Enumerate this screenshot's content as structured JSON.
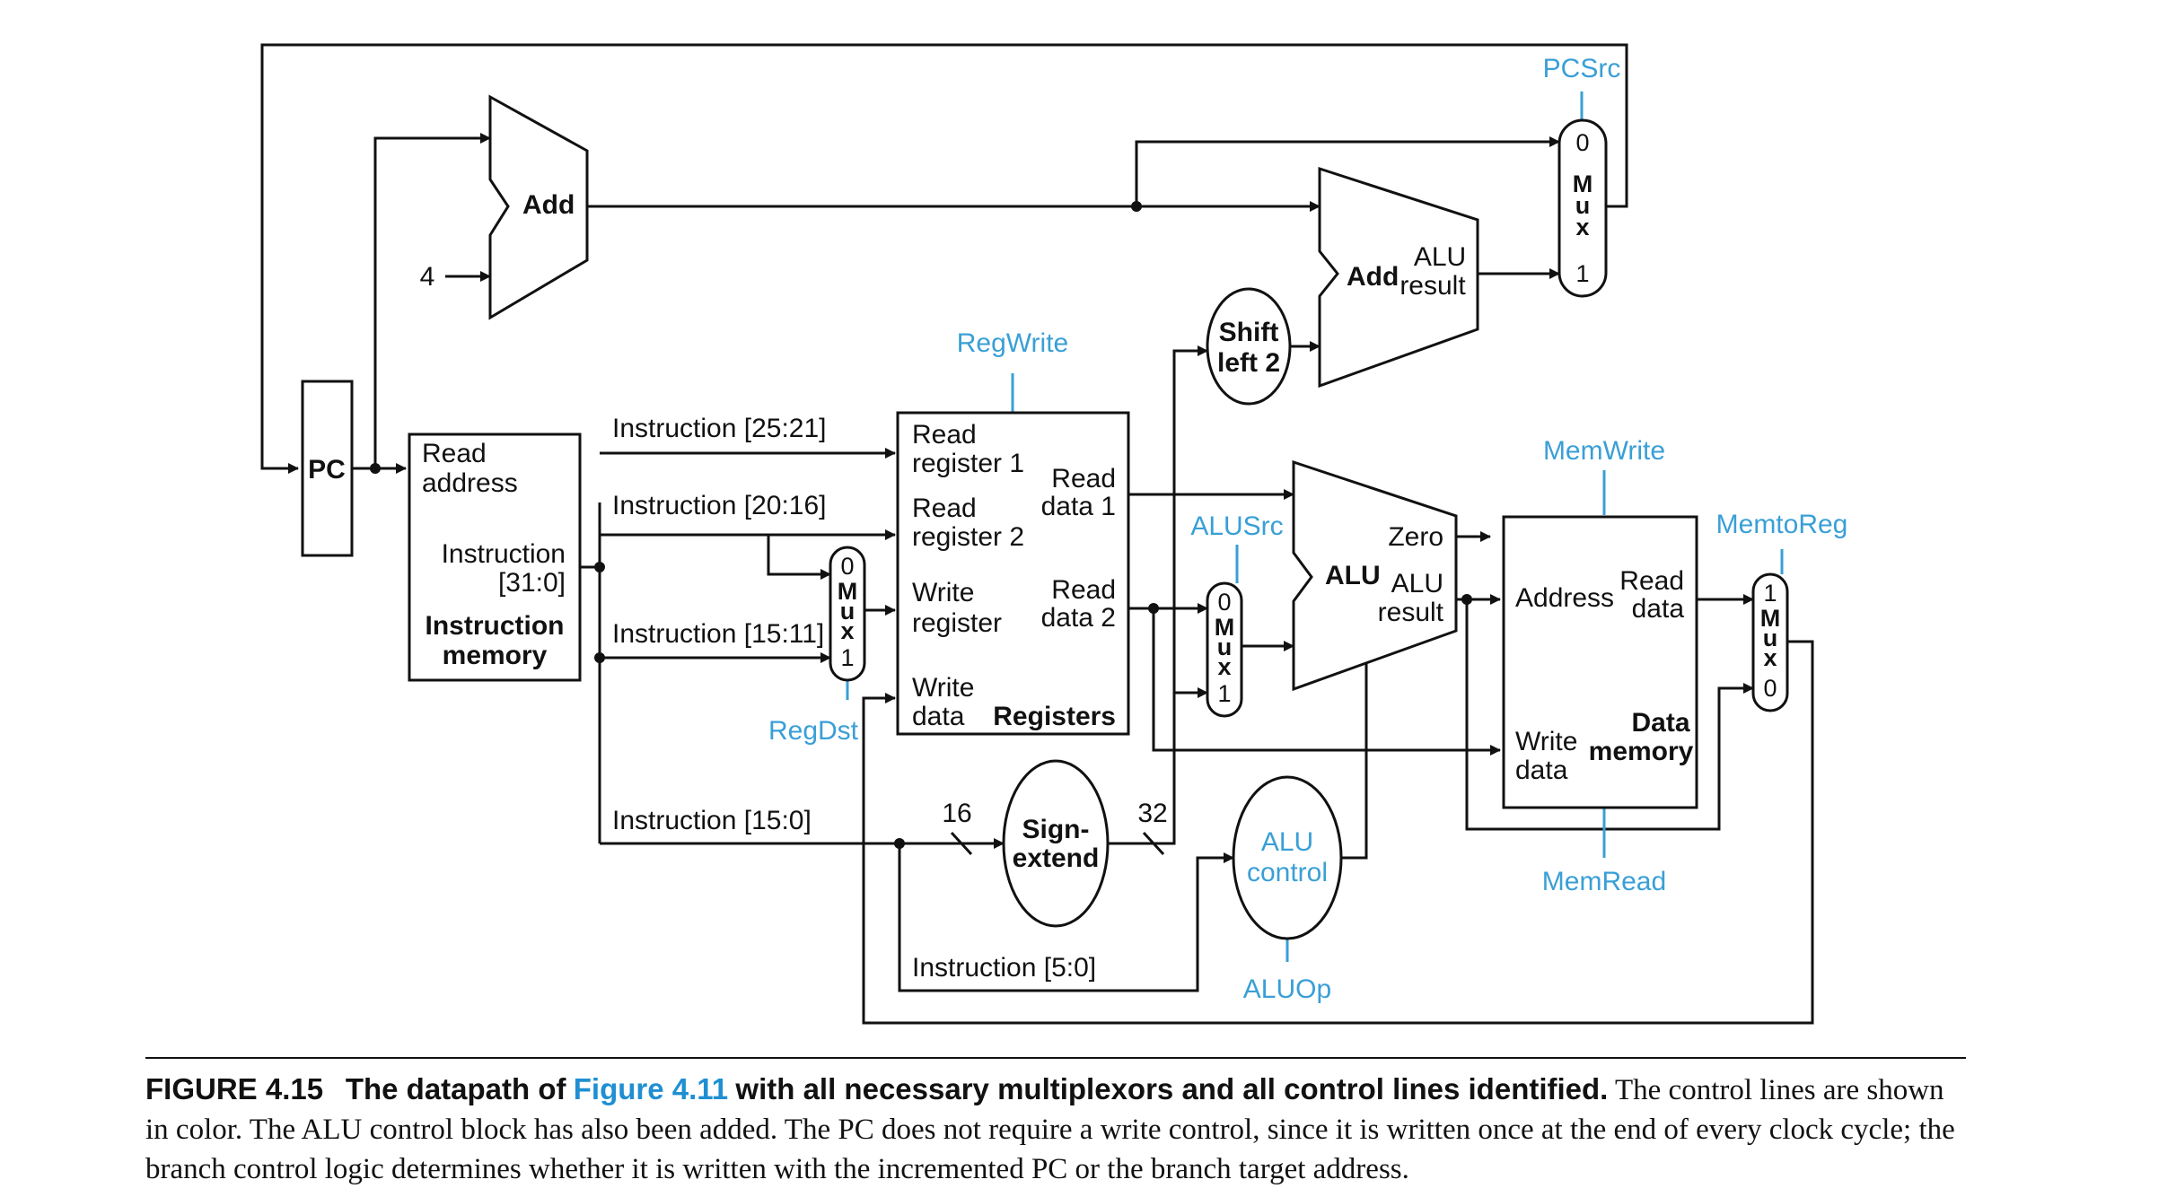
{
  "diagram": {
    "pc": "PC",
    "add_top": "Add",
    "const_four": "4",
    "add_branch": "Add",
    "alu_result_label_1": "ALU",
    "alu_result_label_2": "result",
    "shift_1": "Shift",
    "shift_2": "left 2",
    "imem": {
      "read": "Read",
      "address": "address",
      "instruction": "Instruction",
      "bits": "[31:0]",
      "title_1": "Instruction",
      "title_2": "memory"
    },
    "instr_25_21": "Instruction [25:21]",
    "instr_20_16": "Instruction [20:16]",
    "instr_15_11": "Instruction [15:11]",
    "instr_15_0": "Instruction [15:0]",
    "instr_5_0": "Instruction [5:0]",
    "regs": {
      "read_reg_1a": "Read",
      "read_reg_1b": "register 1",
      "read_reg_2a": "Read",
      "read_reg_2b": "register 2",
      "write_reg_a": "Write",
      "write_reg_b": "register",
      "write_data_a": "Write",
      "write_data_b": "data",
      "read_data_1a": "Read",
      "read_data_1b": "data 1",
      "read_data_2a": "Read",
      "read_data_2b": "data 2",
      "title": "Registers"
    },
    "alu": {
      "title": "ALU",
      "zero": "Zero",
      "result_a": "ALU",
      "result_b": "result"
    },
    "dmem": {
      "address": "Address",
      "read_a": "Read",
      "read_b": "data",
      "write_a": "Write",
      "write_b": "data",
      "title_1": "Data",
      "title_2": "memory"
    },
    "sign_1": "Sign-",
    "sign_2": "extend",
    "width_16": "16",
    "width_32": "32",
    "alu_ctl_1": "ALU",
    "alu_ctl_2": "control",
    "mux": {
      "m": "M",
      "u": "u",
      "x": "x",
      "zero": "0",
      "one": "1"
    },
    "controls": {
      "pcsrc": "PCSrc",
      "regwrite": "RegWrite",
      "alusrc": "ALUSrc",
      "memwrite": "MemWrite",
      "memtoreg": "MemtoReg",
      "regdst": "RegDst",
      "memread": "MemRead",
      "aluop": "ALUOp"
    },
    "colors": {
      "control": "#3a9fd6",
      "wire": "#111111",
      "figure_link": "#1f8fd2"
    }
  },
  "caption": {
    "label": "FIGURE 4.15",
    "title_a": "The datapath of",
    "title_link": "Figure 4.11",
    "title_b": "with all necessary multiplexors and all control lines identified.",
    "body": "The control lines are shown in color. The ALU control block has also been added. The PC does not require a write control, since it is written once at the end of every clock cycle; the branch control logic determines whether it is written with the incremented PC or the branch target address."
  }
}
